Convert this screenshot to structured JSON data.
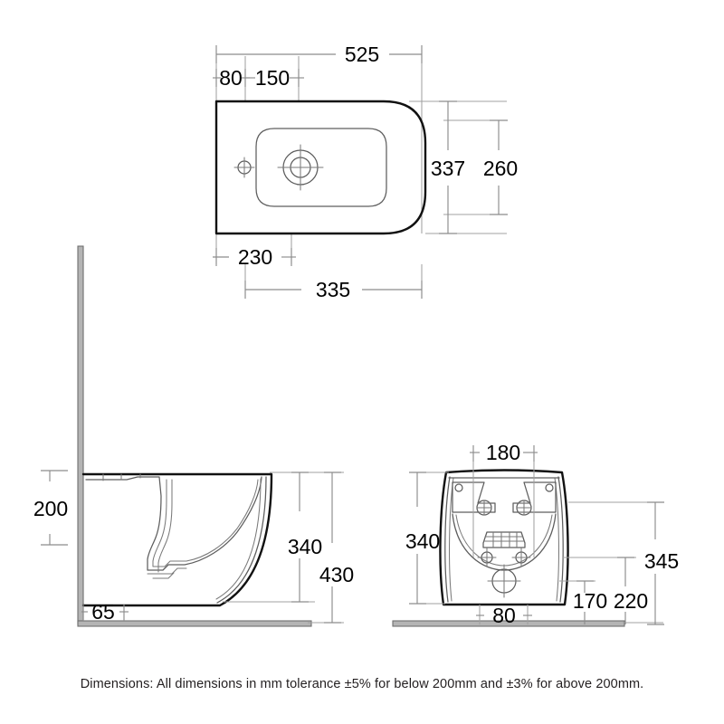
{
  "document": {
    "type": "technical-dimension-drawing",
    "subject": "back-to-wall bidet / wc pan",
    "caption": "Dimensions: All dimensions in mm tolerance ±5% for below 200mm and ±3% for above 200mm.",
    "units": "mm"
  },
  "views": {
    "top": {
      "name": "Top / plan view",
      "dimensions": {
        "overall_length": "525",
        "offset_a": "80",
        "offset_b": "150",
        "overall_width": "337",
        "bowl_width": "260",
        "hole_offset": "230",
        "bowl_offset": "335"
      }
    },
    "side": {
      "name": "Side elevation",
      "dimensions": {
        "wall_height": "200",
        "bowl_height": "340",
        "overall_height": "430",
        "foot_offset": "65"
      }
    },
    "front": {
      "name": "Front elevation",
      "dimensions": {
        "fixing_centres": "180",
        "bowl_height": "340",
        "overall_height": "345",
        "base_width": "80",
        "waste_height": "170",
        "outlet_height": "220"
      }
    }
  },
  "dimension_labels": {
    "top_525": "525",
    "top_80": "80",
    "top_150": "150",
    "top_337": "337",
    "top_260": "260",
    "top_230": "230",
    "top_335": "335",
    "side_200": "200",
    "side_340": "340",
    "side_430": "430",
    "side_65": "65",
    "front_180": "180",
    "front_340": "340",
    "front_345": "345",
    "front_80": "80",
    "front_170": "170",
    "front_220": "220"
  },
  "colors": {
    "outline": "#111111",
    "detail": "#5d5d5d",
    "dimension": "#8c8c8c",
    "wall_fill": "#b4b4b4",
    "text": "#000000",
    "caption_text": "#231f20",
    "background": "#ffffff"
  }
}
